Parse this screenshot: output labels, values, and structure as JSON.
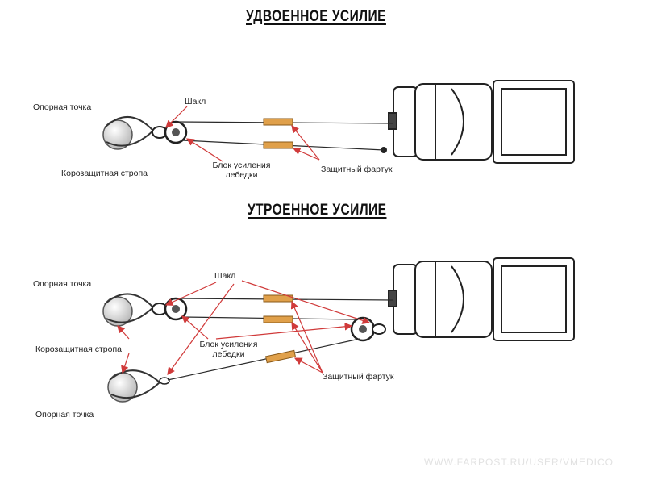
{
  "colors": {
    "line": "#2a2a2a",
    "arrow": "#d03a3a",
    "sleeve": "#e0a04a",
    "sleeve_edge": "#8a5a1a",
    "watermark": "#e2e2e2"
  },
  "double_pull": {
    "title": "УДВОЕННОЕ УСИЛИЕ",
    "labels": {
      "anchor_point": "Опорная точка",
      "shackle": "Шакл",
      "tree_strap": "Корозащитная стропа",
      "snatch_block_line1": "Блок усиления",
      "snatch_block_line2": "лебедки",
      "protector": "Защитный фартук"
    }
  },
  "triple_pull": {
    "title": "УТРОЕННОЕ УСИЛИЕ",
    "labels": {
      "anchor_point_top": "Опорная точка",
      "shackle": "Шакл",
      "tree_strap": "Корозащитная стропа",
      "snatch_block_line1": "Блок усиления",
      "snatch_block_line2": "лебедки",
      "protector": "Защитный фартук",
      "anchor_point_bottom": "Опорная точка"
    }
  },
  "watermark": "WWW.FARPOST.RU/USER/VMEDICO"
}
